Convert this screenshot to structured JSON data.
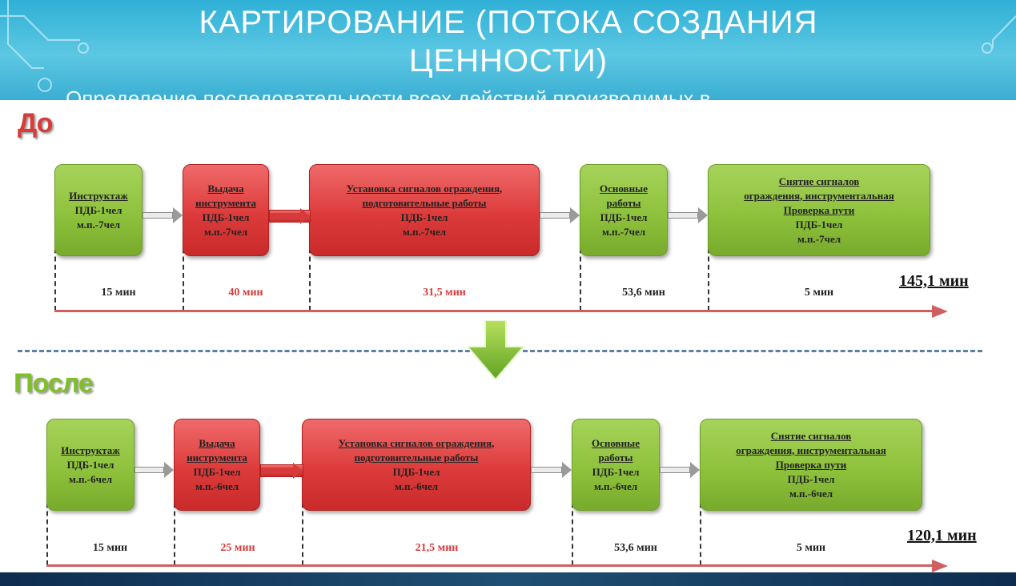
{
  "title": {
    "line1": "КАРТИРОВАНИЕ (ПОТОКА СОЗДАНИЯ",
    "line2": "ЦЕННОСТИ)",
    "subtitle": "Определение последовательности всех действий производимых в"
  },
  "before": {
    "label": "До",
    "total": "145,1 мин",
    "steps": [
      {
        "color": "green",
        "lines": [
          "Инструктаж",
          "ПДБ-1чел",
          "м.п.-7чел"
        ],
        "time": "15 мин"
      },
      {
        "color": "red",
        "lines": [
          "Выдача",
          "инструмента",
          "ПДБ-1чел",
          "м.п.-7чел"
        ],
        "time": "40 мин"
      },
      {
        "color": "red",
        "lines": [
          "Установка сигналов ограждения,",
          "подготовительные работы",
          "ПДБ-1чел",
          "м.п.-7чел"
        ],
        "time": "31,5 мин"
      },
      {
        "color": "green",
        "lines": [
          "Основные",
          "работы",
          "ПДБ-1чел",
          "м.п.-7чел"
        ],
        "time": "53,6 мин"
      },
      {
        "color": "green",
        "lines": [
          "Снятие сигналов",
          "ограждения, инструментальная",
          "Проверка пути",
          "ПДБ-1чел",
          "м.п.-7чел"
        ],
        "time": "5 мин"
      }
    ]
  },
  "after": {
    "label": "После",
    "total": "120,1 мин",
    "steps": [
      {
        "color": "green",
        "lines": [
          "Инструктаж",
          "ПДБ-1чел",
          "м.п.-6чел"
        ],
        "time": "15 мин"
      },
      {
        "color": "red",
        "lines": [
          "Выдача",
          "инструмента",
          "ПДБ-1чел",
          "м.п.-6чел"
        ],
        "time": "25 мин"
      },
      {
        "color": "red",
        "lines": [
          "Установка сигналов ограждения,",
          "подготовительные работы",
          "ПДБ-1чел",
          "м.п.-6чел"
        ],
        "time": "21,5 мин"
      },
      {
        "color": "green",
        "lines": [
          "Основные",
          "работы",
          "ПДБ-1чел",
          "м.п.-6чел"
        ],
        "time": "53,6 мин"
      },
      {
        "color": "green",
        "lines": [
          "Снятие сигналов",
          "ограждения, инструментальная",
          "Проверка пути",
          "ПДБ-1чел",
          "м.п.-6чел"
        ],
        "time": "5 мин"
      }
    ]
  },
  "colors": {
    "green": "#8cc03a",
    "red": "#dd3b3b",
    "banner": "#2fb0d6",
    "timeline": "#d06060"
  }
}
